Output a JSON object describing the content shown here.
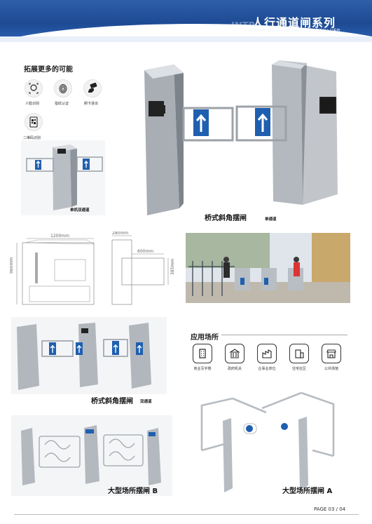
{
  "header": {
    "title": "人行通道闸系列",
    "ghost": "INTR",
    "subtitle": "Intelligent entrance and exit system / 智能出入口系统"
  },
  "features": {
    "title": "拓展更多的可能",
    "items": [
      {
        "icon": "face-recognition-icon",
        "label": "人脸识别"
      },
      {
        "icon": "fingerprint-icon",
        "label": "指纹认证"
      },
      {
        "icon": "card-swipe-icon",
        "label": "刷卡进出"
      },
      {
        "icon": "qr-code-icon",
        "label": "二维码识别"
      }
    ]
  },
  "products": {
    "single_machine": {
      "caption": "单机双通道"
    },
    "bridge_single": {
      "caption": "桥式斜角摆闸",
      "sub": "单通道"
    },
    "bridge_double": {
      "caption": "桥式斜角摆闸",
      "sub": "双通道"
    },
    "large_b": {
      "caption": "大型场所摆闸 B"
    },
    "large_a": {
      "caption": "大型场所摆闸 A"
    }
  },
  "dimensions": {
    "width": "1200mm",
    "height": "980mm",
    "depth": "280mm",
    "passage": "600mm",
    "side": "385mm"
  },
  "applications": {
    "title": "应用场所",
    "items": [
      {
        "icon": "office-building-icon",
        "label": "商业写字楼"
      },
      {
        "icon": "government-icon",
        "label": "政府机关"
      },
      {
        "icon": "enterprise-icon",
        "label": "企事业单位"
      },
      {
        "icon": "residential-icon",
        "label": "住宅社区"
      },
      {
        "icon": "public-venue-icon",
        "label": "公共场馆"
      }
    ]
  },
  "footer": {
    "page": "PAGE  03 / 04"
  },
  "colors": {
    "brand_blue": "#1d4a93",
    "sign_blue": "#1f5fb0",
    "steel": "#c9cdd2"
  }
}
